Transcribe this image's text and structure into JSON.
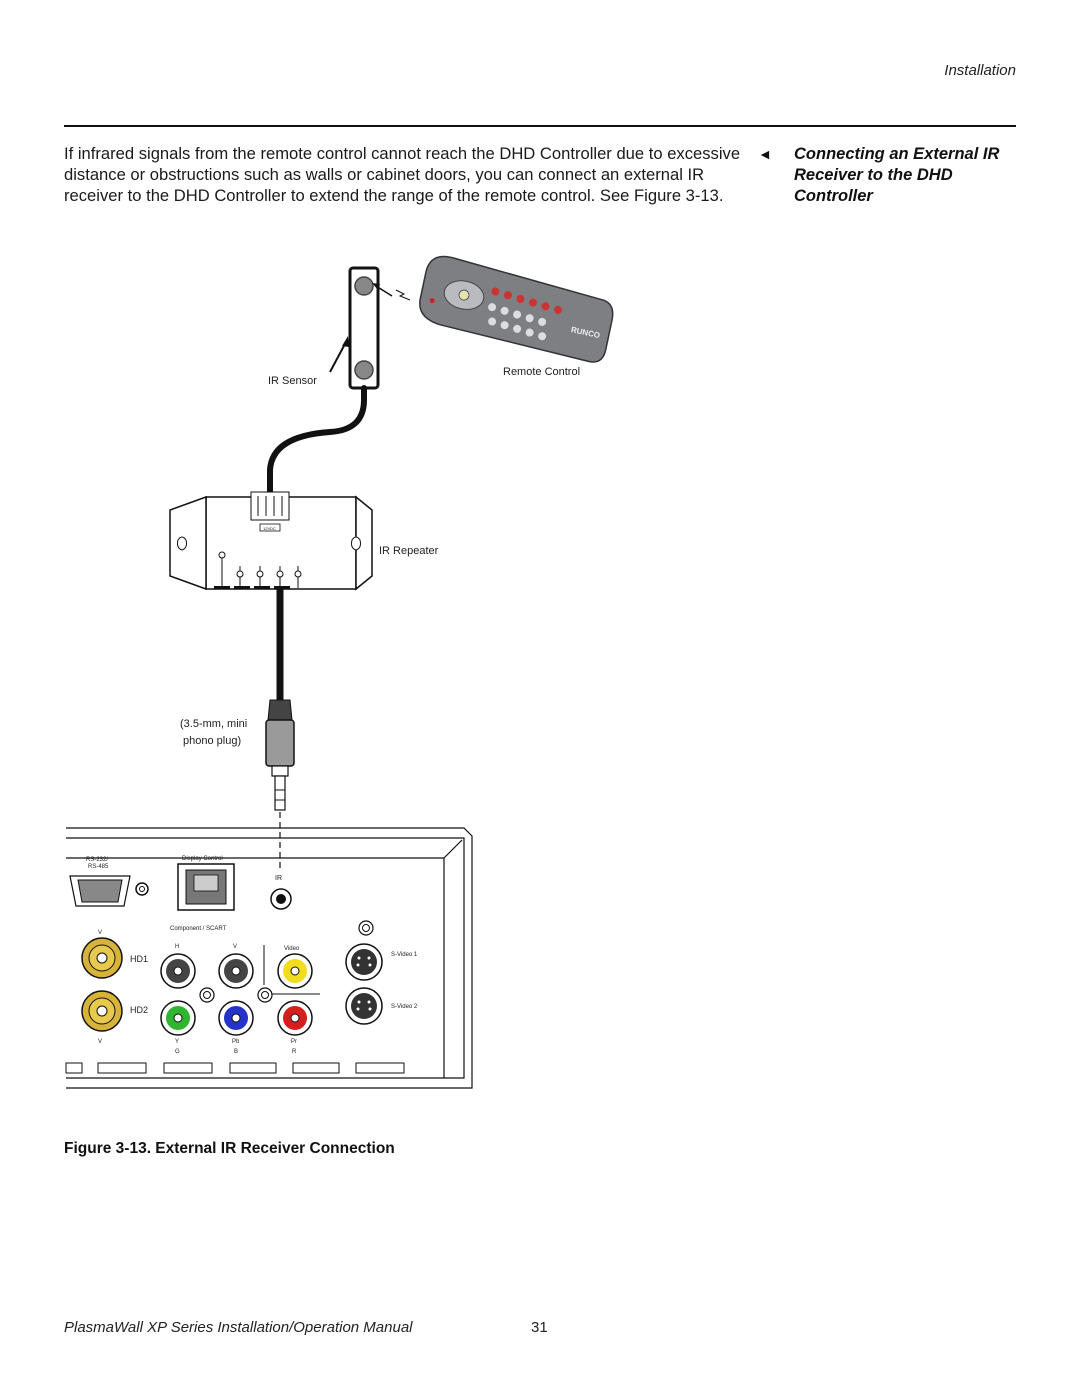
{
  "header": {
    "section": "Installation"
  },
  "body": {
    "paragraph": "If infrared signals from the remote control cannot reach the DHD Controller due to excessive distance or obstructions such as walls or cabinet doors, you can connect an external IR receiver to the DHD Controller to extend the range of the remote control. See Figure 3-13."
  },
  "side_heading": {
    "arrow": "◄",
    "text": "Connecting an External IR Receiver to the DHD Controller"
  },
  "figure": {
    "labels": {
      "ir_sensor": "IR Sensor",
      "remote_control": "Remote Control",
      "ir_repeater": "IR Repeater",
      "plug_line1": "(3.5-mm, mini",
      "plug_line2": "phono plug)",
      "rs232": "RS-232/",
      "rs485": "RS-485",
      "display_control": "Display Control",
      "ir": "IR",
      "component_scart": "Component / SCART",
      "h": "H",
      "v_top": "V",
      "video": "Video",
      "svideo1": "S-Video 1",
      "svideo2": "S-Video 2",
      "hd1": "HD1",
      "hd2": "HD2",
      "v_left_top": "V",
      "v_left_bottom": "V",
      "y": "Y",
      "g": "G",
      "pb": "Pb",
      "b": "B",
      "pr": "Pr",
      "r": "R",
      "remote_brand": "RUNCO",
      "repeater_tag": "12VDC"
    },
    "caption": "Figure 3-13. External IR Receiver Connection"
  },
  "footer": {
    "title": "PlasmaWall XP Series Installation/Operation Manual",
    "page": "31"
  }
}
